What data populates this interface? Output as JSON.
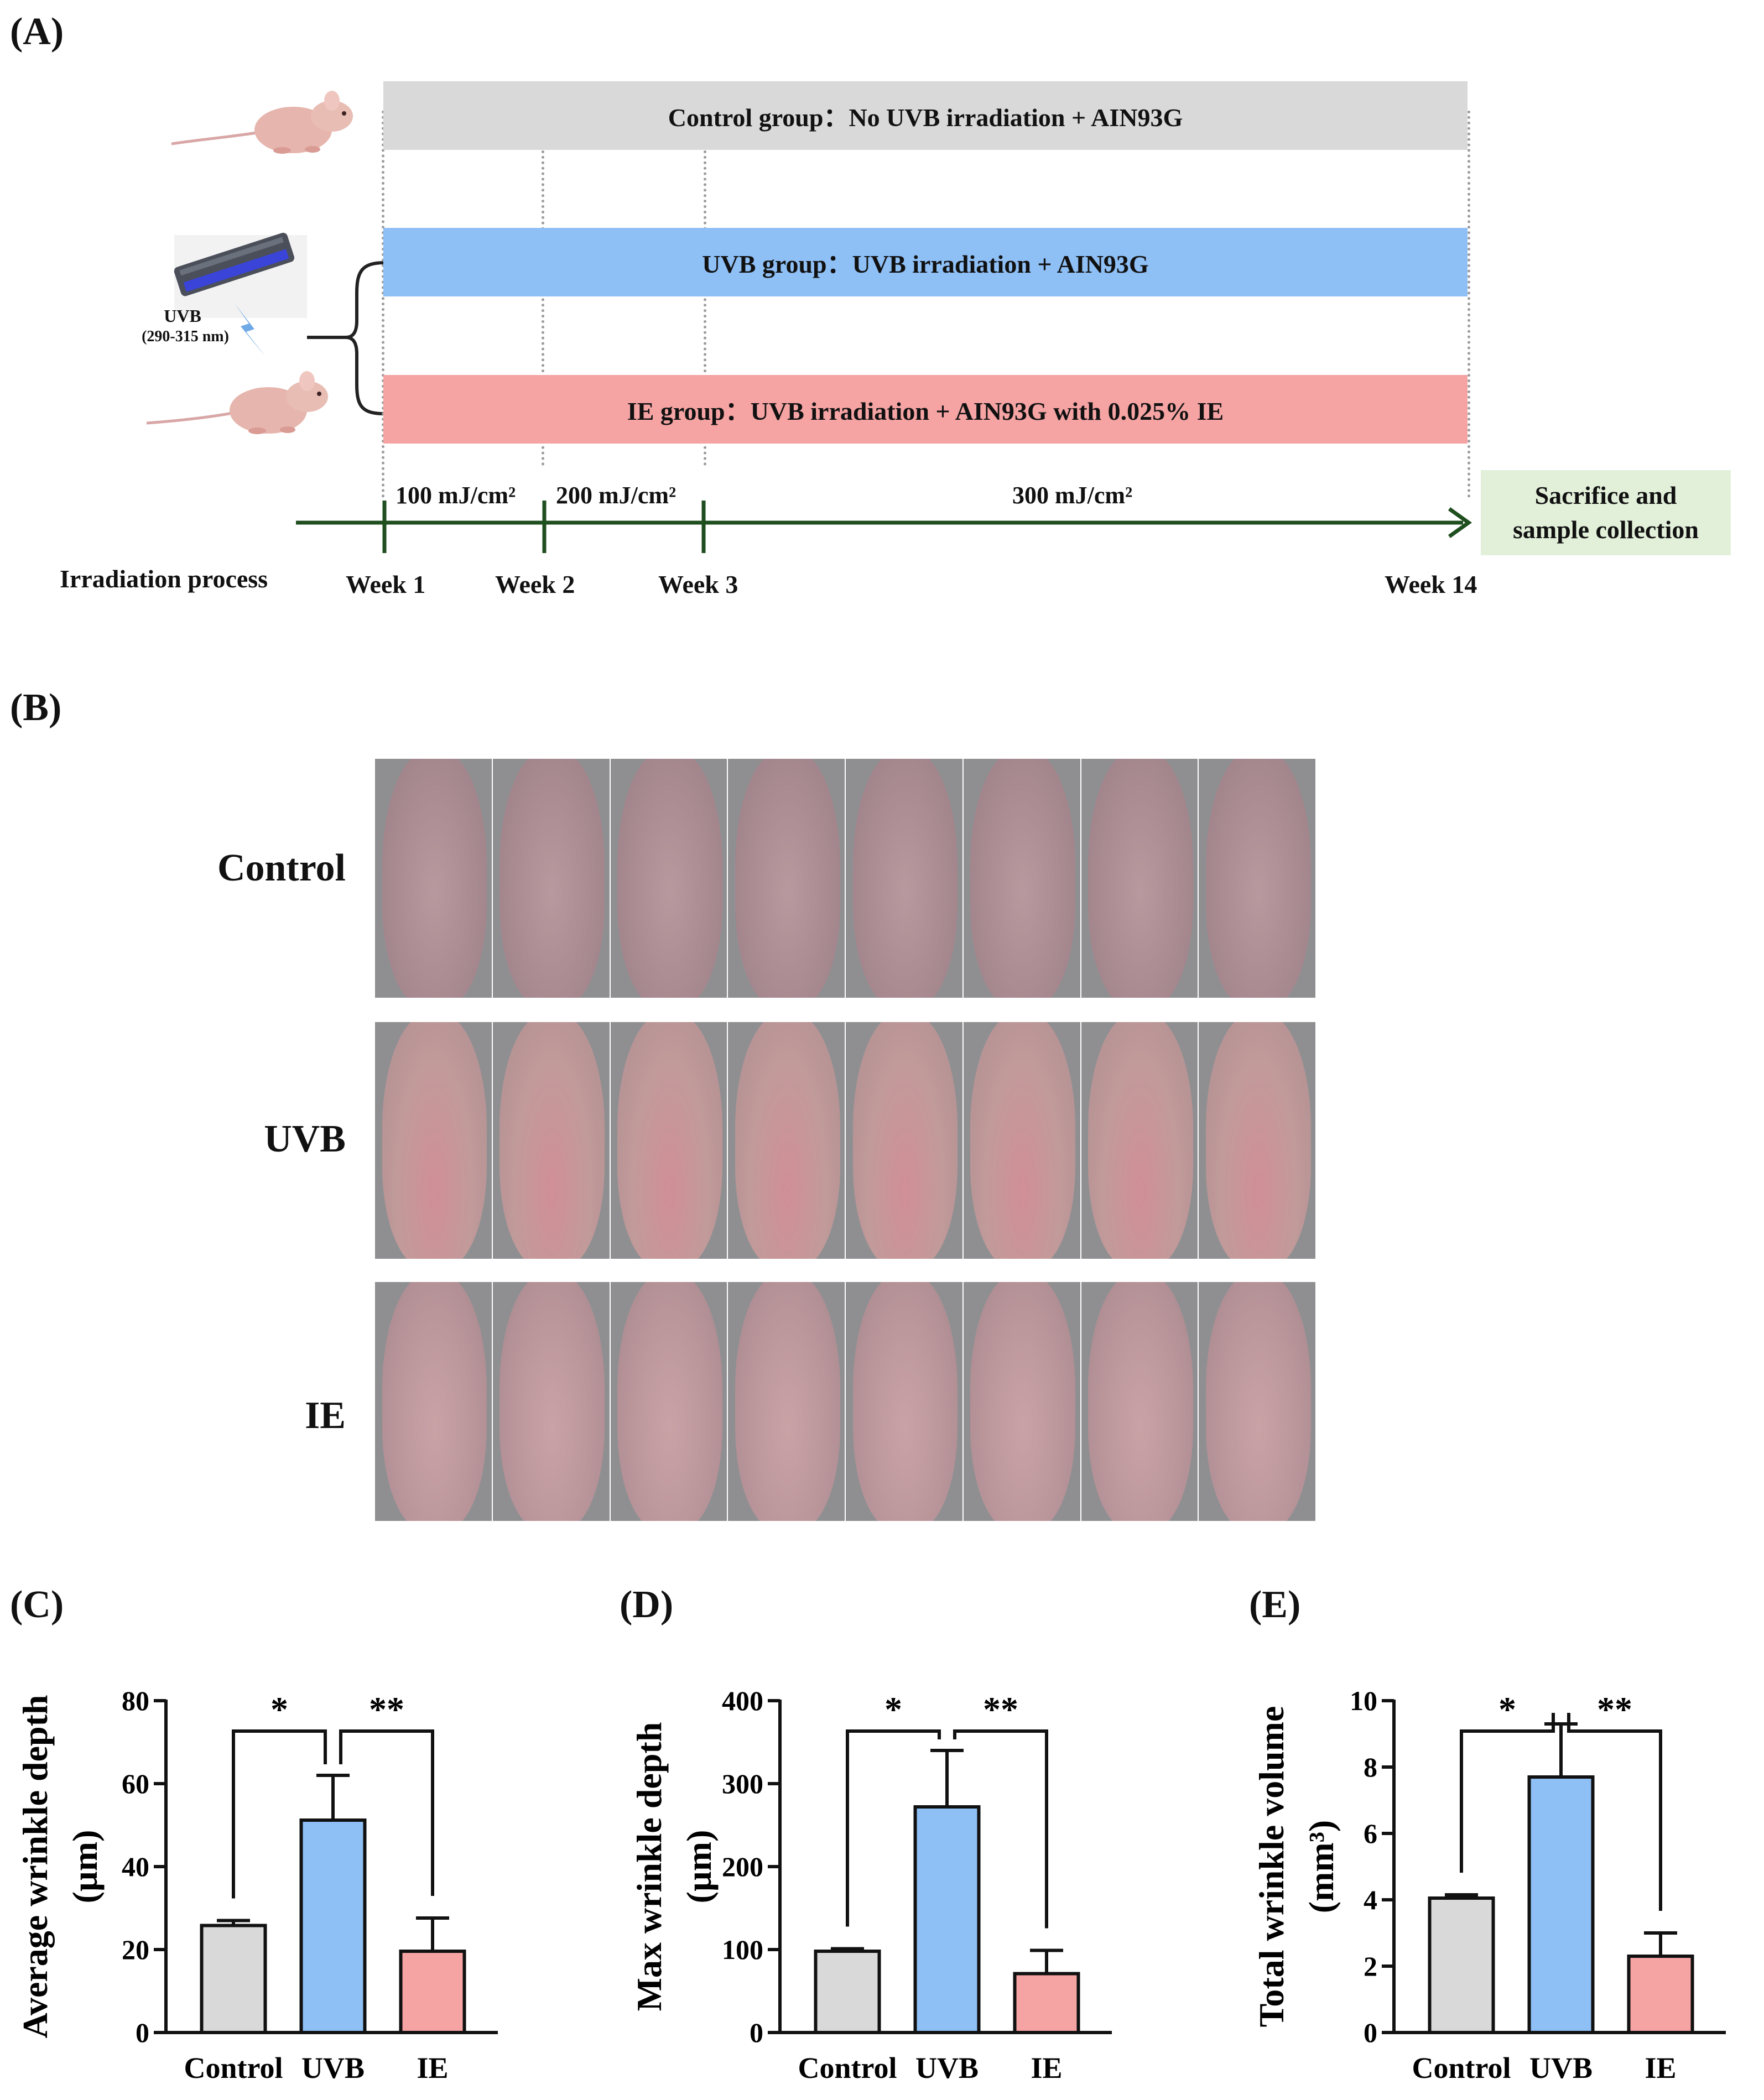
{
  "panels": {
    "a": "(A)",
    "b": "(B)",
    "c": "(C)",
    "d": "(D)",
    "e": "(E)"
  },
  "design": {
    "groups": [
      {
        "label": "Control group：No UVB irradiation + AIN93G",
        "color": "#d9d9d9"
      },
      {
        "label": "UVB group：UVB irradiation + AIN93G",
        "color": "#8ebff5"
      },
      {
        "label": "IE group：UVB irradiation + AIN93G with 0.025% IE",
        "color": "#f5a3a3"
      }
    ],
    "uvb_label": "UVB",
    "uvb_range": "(290-315 nm)",
    "doses": [
      "100 mJ/cm²",
      "200 mJ/cm²",
      "300 mJ/cm²"
    ],
    "weeks": [
      "Week 1",
      "Week 2",
      "Week 3",
      "Week 14"
    ],
    "process_label": "Irradiation process",
    "endpoint_line1": "Sacrifice and",
    "endpoint_line2": "sample collection"
  },
  "photos": {
    "rows": [
      "Control",
      "UVB",
      "IE"
    ],
    "mice_per_row": 8
  },
  "chart_data": [
    {
      "type": "bar",
      "ylabel_line1": "Average wrinkle depth",
      "ylabel_line2": "(µm)",
      "categories": [
        "Control",
        "UVB",
        "IE"
      ],
      "values": [
        25.8,
        51.2,
        19.6
      ],
      "errors": [
        1.2,
        10.8,
        8.0
      ],
      "ylim": [
        0,
        80
      ],
      "yticks": [
        0,
        20,
        40,
        60,
        80
      ],
      "significance": [
        "*",
        "**"
      ],
      "colors": [
        "#d9d9d9",
        "#8ebff5",
        "#f5a3a3"
      ]
    },
    {
      "type": "bar",
      "ylabel_line1": "Max wrinkle depth",
      "ylabel_line2": "(µm)",
      "categories": [
        "Control",
        "UVB",
        "IE"
      ],
      "values": [
        98,
        272,
        71
      ],
      "errors": [
        3,
        68,
        28
      ],
      "ylim": [
        0,
        400
      ],
      "yticks": [
        0,
        100,
        200,
        300,
        400
      ],
      "significance": [
        "*",
        "**"
      ],
      "colors": [
        "#d9d9d9",
        "#8ebff5",
        "#f5a3a3"
      ]
    },
    {
      "type": "bar",
      "ylabel_line1": "Total wrinkle volume",
      "ylabel_line2": "(mm³)",
      "categories": [
        "Control",
        "UVB",
        "IE"
      ],
      "values": [
        4.05,
        7.7,
        2.3
      ],
      "errors": [
        0.1,
        1.6,
        0.7
      ],
      "ylim": [
        0,
        10
      ],
      "yticks": [
        0,
        2,
        4,
        6,
        8,
        10
      ],
      "significance": [
        "*",
        "**"
      ],
      "colors": [
        "#d9d9d9",
        "#8ebff5",
        "#f5a3a3"
      ]
    }
  ]
}
